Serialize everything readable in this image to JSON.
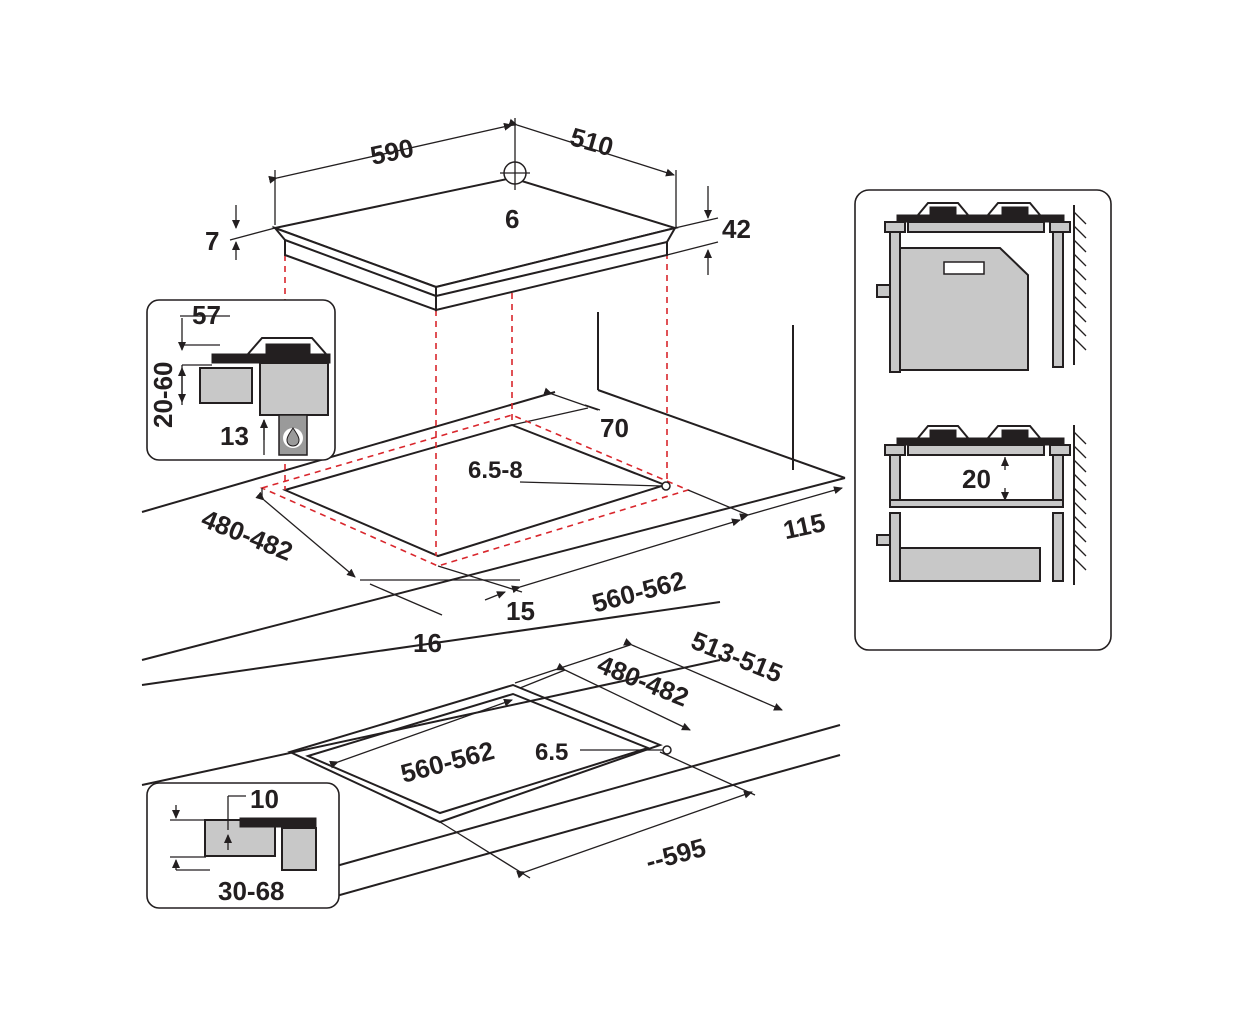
{
  "dimensions": {
    "width_590": "590",
    "depth_510": "510",
    "center_6": "6",
    "thickness_7": "7",
    "height_42": "42",
    "depth_70": "70",
    "hole_6_5_8": "6.5-8",
    "side_115": "115",
    "cutout_480_482": "480-482",
    "cutout_560_562": "560-562",
    "front_15": "15",
    "front_16": "16",
    "lower_513_515": "513-515",
    "lower_480_482": "480-482",
    "lower_560_562": "560-562",
    "lower_6_5": "6.5",
    "lower_595": "--595"
  },
  "inset_top_left": {
    "dim_57": "57",
    "dim_20_60": "20-60",
    "dim_13": "13"
  },
  "inset_bottom_left": {
    "dim_10": "10",
    "dim_30_68": "30-68"
  },
  "inset_right": {
    "dim_20": "20"
  },
  "colors": {
    "line": "#231f20",
    "dashed_red": "#d9262c",
    "fill_gray": "#c8c8c8"
  },
  "icons": [
    "gas-flame-icon"
  ]
}
